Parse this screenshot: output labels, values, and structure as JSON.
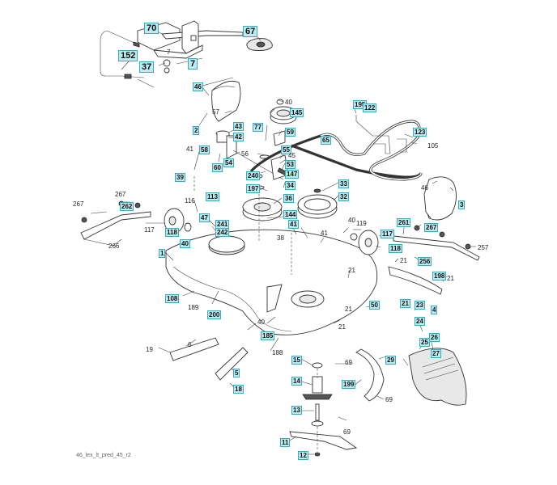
{
  "diagram": {
    "title": "Mower deck exploded parts view",
    "caption": "46_lex_lt_pred_45_r2",
    "callouts": [
      {
        "id": "70",
        "boxed": true,
        "big": true
      },
      {
        "id": "67",
        "boxed": true,
        "big": true
      },
      {
        "id": "152",
        "boxed": true,
        "big": true
      },
      {
        "id": "37",
        "boxed": true,
        "big": true
      },
      {
        "id": "7",
        "boxed": true,
        "big": true
      },
      {
        "id": "7",
        "boxed": false
      },
      {
        "id": "46",
        "boxed": true
      },
      {
        "id": "2",
        "boxed": true
      },
      {
        "id": "57",
        "boxed": false
      },
      {
        "id": "43",
        "boxed": true
      },
      {
        "id": "42",
        "boxed": true
      },
      {
        "id": "40",
        "boxed": false
      },
      {
        "id": "145",
        "boxed": true
      },
      {
        "id": "77",
        "boxed": true
      },
      {
        "id": "59",
        "boxed": true
      },
      {
        "id": "58",
        "boxed": true
      },
      {
        "id": "56",
        "boxed": false
      },
      {
        "id": "55",
        "boxed": true
      },
      {
        "id": "45",
        "boxed": false
      },
      {
        "id": "54",
        "boxed": true
      },
      {
        "id": "60",
        "boxed": true
      },
      {
        "id": "53",
        "boxed": true
      },
      {
        "id": "147",
        "boxed": true
      },
      {
        "id": "240",
        "boxed": true
      },
      {
        "id": "34",
        "boxed": true
      },
      {
        "id": "197",
        "boxed": true
      },
      {
        "id": "41",
        "boxed": false
      },
      {
        "id": "39",
        "boxed": true
      },
      {
        "id": "195",
        "boxed": true
      },
      {
        "id": "122",
        "boxed": true
      },
      {
        "id": "65",
        "boxed": true
      },
      {
        "id": "123",
        "boxed": true
      },
      {
        "id": "105",
        "boxed": false
      },
      {
        "id": "46",
        "boxed": false
      },
      {
        "id": "3",
        "boxed": true
      },
      {
        "id": "33",
        "boxed": true
      },
      {
        "id": "32",
        "boxed": true
      },
      {
        "id": "36",
        "boxed": true
      },
      {
        "id": "113",
        "boxed": true
      },
      {
        "id": "144",
        "boxed": true
      },
      {
        "id": "47",
        "boxed": true
      },
      {
        "id": "241",
        "boxed": true
      },
      {
        "id": "242",
        "boxed": true
      },
      {
        "id": "41",
        "boxed": true
      },
      {
        "id": "41",
        "boxed": false
      },
      {
        "id": "38",
        "boxed": false
      },
      {
        "id": "267",
        "boxed": false
      },
      {
        "id": "262",
        "boxed": true
      },
      {
        "id": "267",
        "boxed": false
      },
      {
        "id": "116",
        "boxed": false
      },
      {
        "id": "117",
        "boxed": false
      },
      {
        "id": "118",
        "boxed": true
      },
      {
        "id": "40",
        "boxed": true
      },
      {
        "id": "266",
        "boxed": false
      },
      {
        "id": "1",
        "boxed": true
      },
      {
        "id": "40",
        "boxed": false
      },
      {
        "id": "119",
        "boxed": false
      },
      {
        "id": "117",
        "boxed": true
      },
      {
        "id": "261",
        "boxed": true
      },
      {
        "id": "267",
        "boxed": true
      },
      {
        "id": "257",
        "boxed": false
      },
      {
        "id": "118",
        "boxed": true
      },
      {
        "id": "256",
        "boxed": true
      },
      {
        "id": "21",
        "boxed": false
      },
      {
        "id": "21",
        "boxed": false
      },
      {
        "id": "198",
        "boxed": true
      },
      {
        "id": "21",
        "boxed": false
      },
      {
        "id": "108",
        "boxed": true
      },
      {
        "id": "189",
        "boxed": false
      },
      {
        "id": "200",
        "boxed": true
      },
      {
        "id": "40",
        "boxed": false
      },
      {
        "id": "50",
        "boxed": true
      },
      {
        "id": "21",
        "boxed": false
      },
      {
        "id": "21",
        "boxed": true
      },
      {
        "id": "23",
        "boxed": true
      },
      {
        "id": "4",
        "boxed": true
      },
      {
        "id": "24",
        "boxed": true
      },
      {
        "id": "25",
        "boxed": true
      },
      {
        "id": "26",
        "boxed": true
      },
      {
        "id": "185",
        "boxed": true
      },
      {
        "id": "188",
        "boxed": false
      },
      {
        "id": "19",
        "boxed": false
      },
      {
        "id": "6",
        "boxed": false
      },
      {
        "id": "5",
        "boxed": true
      },
      {
        "id": "18",
        "boxed": true
      },
      {
        "id": "15",
        "boxed": true
      },
      {
        "id": "69",
        "boxed": false
      },
      {
        "id": "29",
        "boxed": true
      },
      {
        "id": "27",
        "boxed": true
      },
      {
        "id": "14",
        "boxed": true
      },
      {
        "id": "199",
        "boxed": true
      },
      {
        "id": "69",
        "boxed": false
      },
      {
        "id": "13",
        "boxed": true
      },
      {
        "id": "69",
        "boxed": false
      },
      {
        "id": "11",
        "boxed": true
      },
      {
        "id": "12",
        "boxed": true
      },
      {
        "id": "21",
        "boxed": false
      }
    ]
  }
}
